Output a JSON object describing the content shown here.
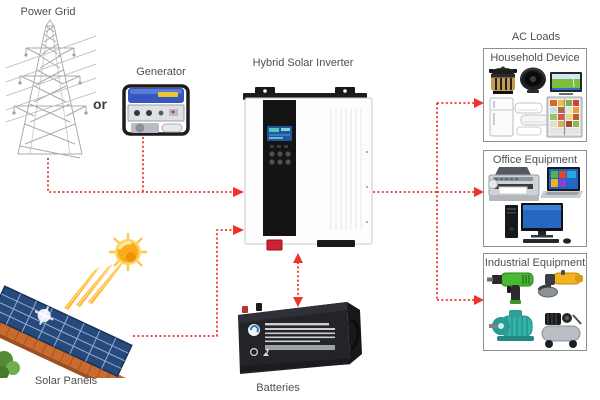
{
  "colors": {
    "accent": "#f03228",
    "text": "#4f4f4f",
    "box_border": "#8f8f8f"
  },
  "labels": {
    "power_grid": "Power Grid",
    "or": "or",
    "generator": "Generator",
    "inverter_title": "Hybrid Solar Inverter",
    "solar_panels": "Solar Panels",
    "batteries": "Batteries",
    "ac_loads": "AC Loads"
  },
  "load_groups": [
    {
      "label": "Household Device",
      "items": [
        "pressure-cooker",
        "electric-fan",
        "television",
        "refrigerator",
        "air-conditioner",
        "side-by-side-fridge"
      ]
    },
    {
      "label": "Office Equipment",
      "items": [
        "fax-printer",
        "laptop",
        "desktop-computer"
      ]
    },
    {
      "label": "Industrial Equipment",
      "items": [
        "power-drill",
        "angle-grinder",
        "electric-motor",
        "air-compressor"
      ]
    }
  ]
}
